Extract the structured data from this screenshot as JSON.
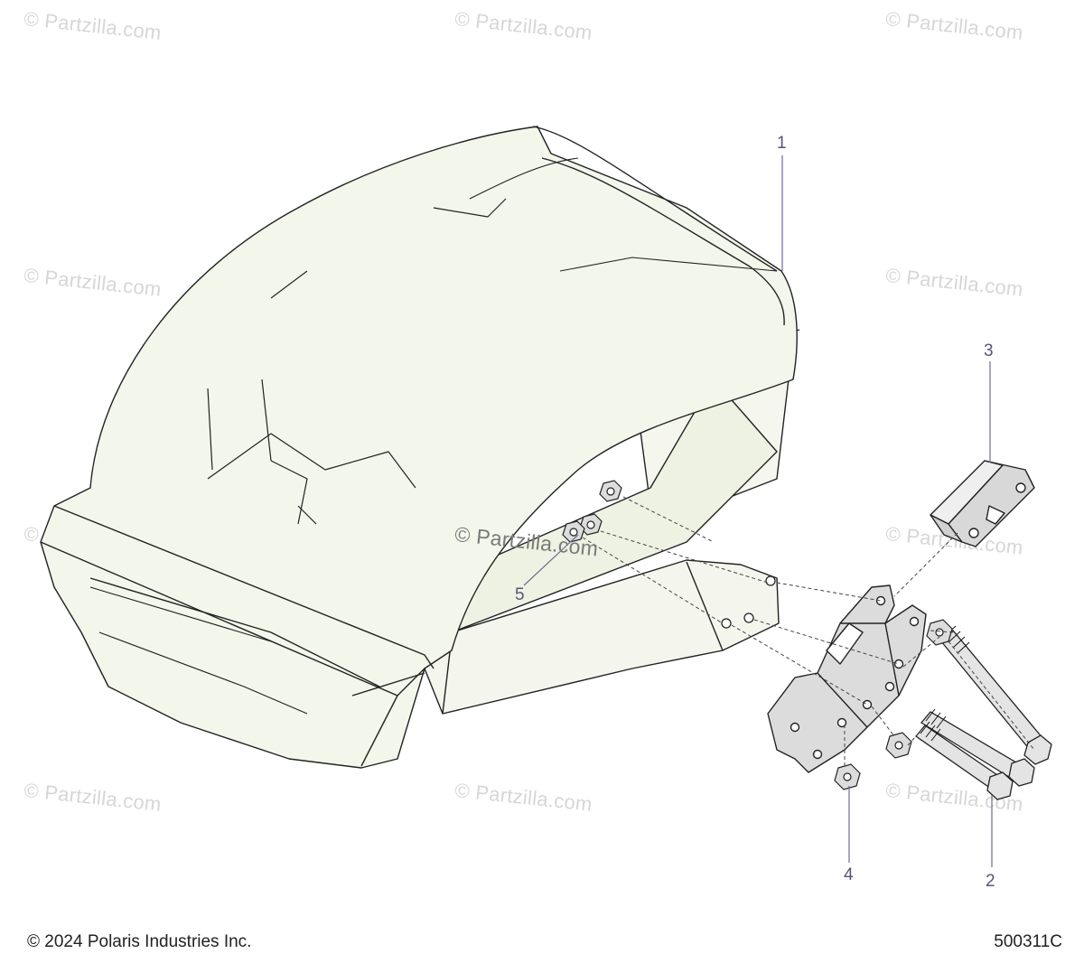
{
  "watermark": "© Partzilla.com",
  "callouts": {
    "c1": "1",
    "c2": "2",
    "c3": "3",
    "c4": "4",
    "c5": "5"
  },
  "footer": {
    "copyright": "© 2024 Polaris Industries Inc.",
    "diagram_number": "500311C"
  },
  "colors": {
    "part_fill": "#f3f6ea",
    "part_stroke": "#222222",
    "callout_line": "#6b6b9a",
    "hardware_fill": "#dcdcdc"
  }
}
